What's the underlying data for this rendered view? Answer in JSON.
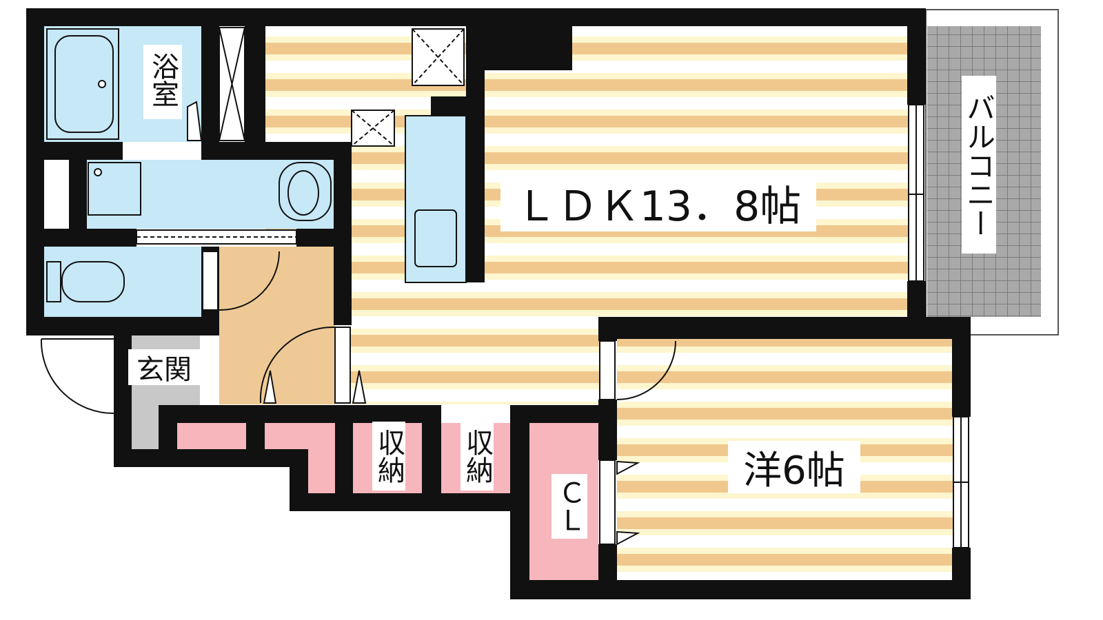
{
  "plan": {
    "rooms": {
      "ldk": "ＬＤＫ13．8帖",
      "western": "洋6帖",
      "bath": "浴室",
      "entrance": "玄関",
      "balcony": "バルコニー",
      "storage_1": "収納",
      "storage_2": "収納",
      "closet": "ＣＬ"
    }
  },
  "colors": {
    "wall": "#111111",
    "floor_stripe_light": "#fdf6cf",
    "floor_stripe_dark": "#f0c88e",
    "wet_area": "#c6e8f7",
    "storage": "#f6b6bc",
    "entrance_floor": "#c8c8c8",
    "hall_floor": "#efc995",
    "balcony": "#a9a9a9"
  }
}
